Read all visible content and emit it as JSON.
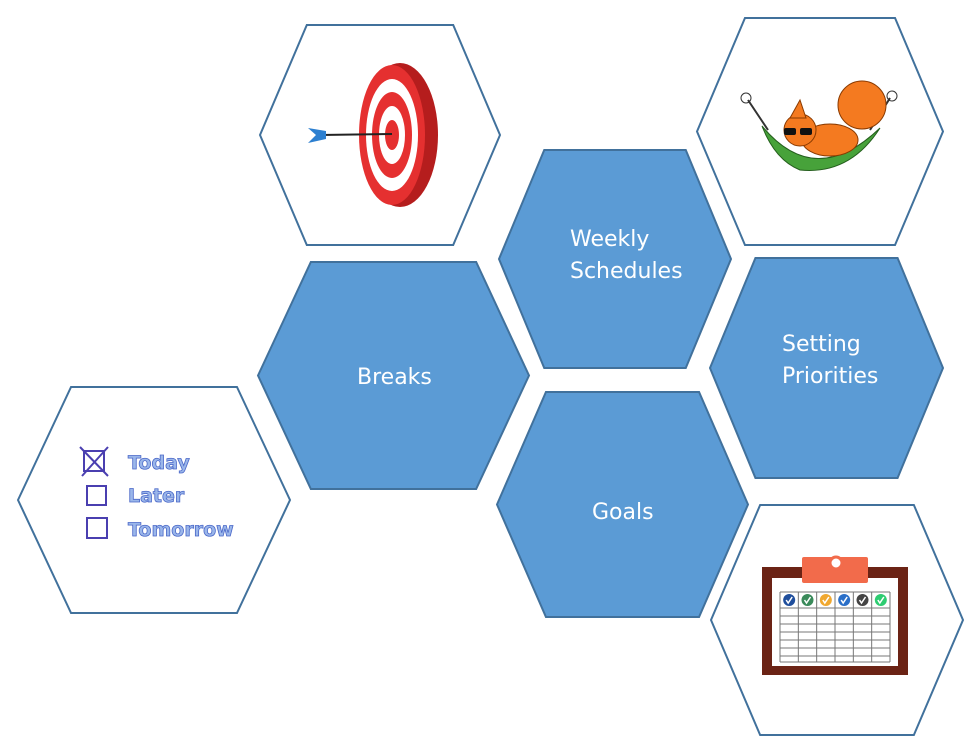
{
  "diagram": {
    "hexagons": [
      {
        "id": "target",
        "style": "white",
        "icon": "target-icon"
      },
      {
        "id": "squirrel",
        "style": "white",
        "icon": "relaxing-squirrel-icon"
      },
      {
        "id": "weekly",
        "style": "blue",
        "lines": [
          "Weekly",
          "Schedules"
        ]
      },
      {
        "id": "breaks",
        "style": "blue",
        "lines": [
          "Breaks"
        ]
      },
      {
        "id": "priorities",
        "style": "blue",
        "lines": [
          "Setting",
          "Priorities"
        ]
      },
      {
        "id": "checklist",
        "style": "white",
        "icon": "checklist-icon"
      },
      {
        "id": "goals",
        "style": "blue",
        "lines": [
          "Goals"
        ]
      },
      {
        "id": "calendar",
        "style": "white",
        "icon": "calendar-clipboard-icon"
      }
    ],
    "checklist": [
      "Today",
      "Later",
      "Tomorrow"
    ],
    "colors": {
      "blue_fill": "#5b9bd5",
      "stroke": "#41719c",
      "check_ink": "#4a3fb0"
    }
  }
}
